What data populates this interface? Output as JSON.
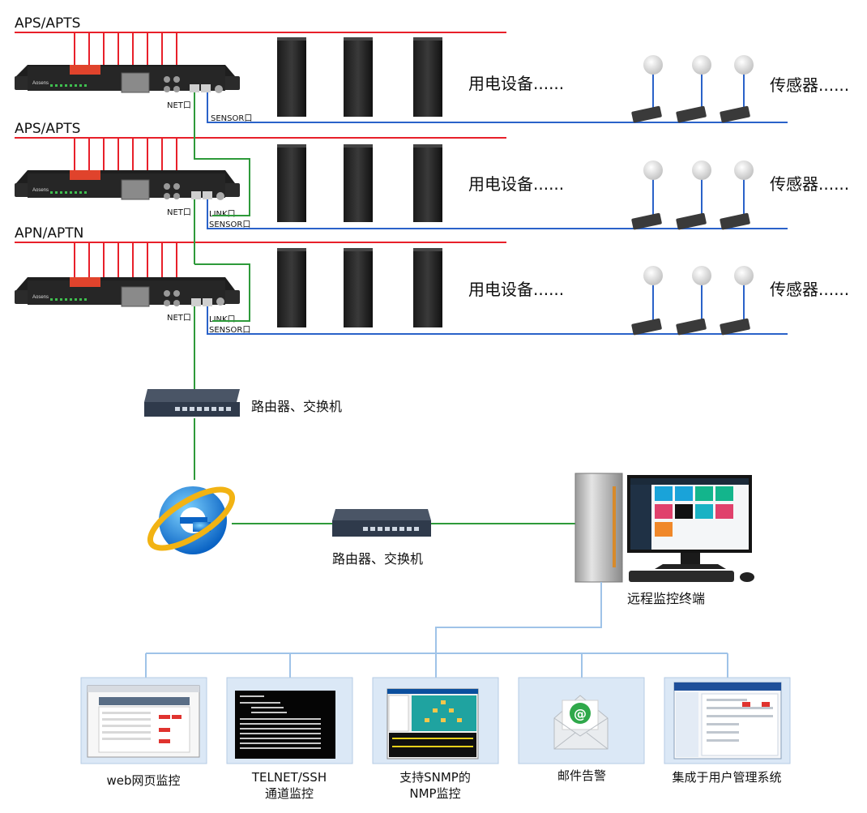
{
  "racks": [
    {
      "label": "APS/APTS",
      "net_label": "NET口",
      "link_label": "",
      "sensor_label": "SENSOR口"
    },
    {
      "label": "APS/APTS",
      "net_label": "NET口",
      "link_label": "LINK口",
      "sensor_label": "SENSOR口"
    },
    {
      "label": "APN/APTN",
      "net_label": "NET口",
      "link_label": "LINK口",
      "sensor_label": "SENSOR口"
    }
  ],
  "pdu_brand": "Aosens",
  "equipment_label": "用电设备......",
  "sensor_label": "传感器......",
  "router_label_1": "路由器、交换机",
  "router_label_2": "路由器、交换机",
  "terminal_label": "远程监控终端",
  "methods": [
    {
      "line1": "web网页监控",
      "line2": ""
    },
    {
      "line1": "TELNET/SSH",
      "line2": "通道监控"
    },
    {
      "line1": "支持SNMP的",
      "line2": "NMP监控"
    },
    {
      "line1": "邮件告警",
      "line2": ""
    },
    {
      "line1": "集成于用户管理系统",
      "line2": ""
    }
  ],
  "colors": {
    "power_line": "#e8202a",
    "network_line": "#2e9a3a",
    "sensor_line": "#2a62c9",
    "tree_line": "#9fc3e8",
    "panel_bg": "#dbe8f6"
  }
}
